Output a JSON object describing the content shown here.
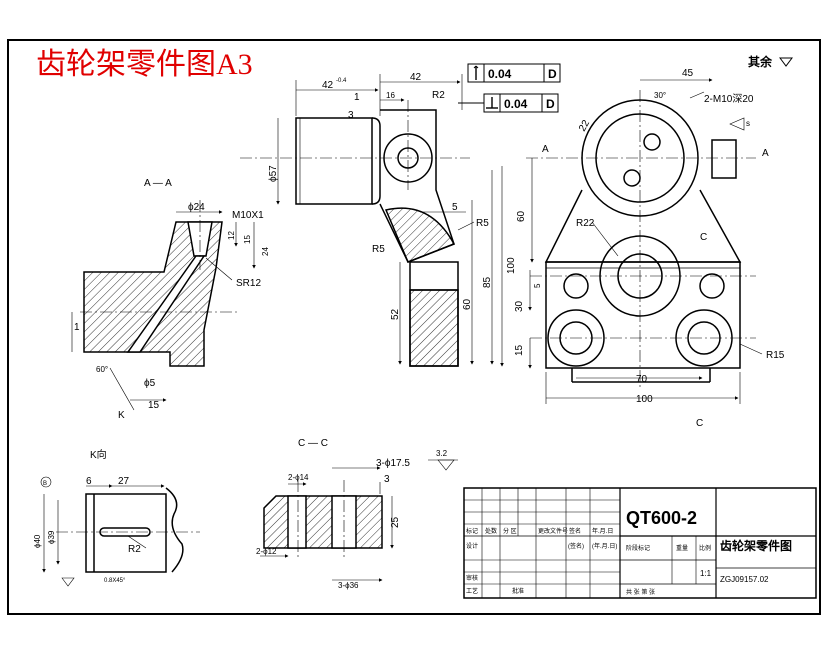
{
  "colors": {
    "title": "#e00000",
    "line": "#000000",
    "hatch": "#000000",
    "background": "#ffffff"
  },
  "title": "齿轮架零件图A3",
  "surface_note": "其余",
  "tolerances": {
    "parallel": {
      "value": "0.04",
      "datum": "D"
    },
    "perpendicular": {
      "value": "0.04",
      "datum": "D"
    }
  },
  "front_view": {
    "dims": {
      "d42_top": "42",
      "d42_tol": "42",
      "tol_sup": "-0.4",
      "d1": "1",
      "d16": "16",
      "r2": "R2",
      "d3": "3",
      "phi57": "ϕ57",
      "d5": "5",
      "r5a": "R5",
      "r5b": "R5",
      "d100": "100",
      "d85": "85",
      "d60": "60",
      "d52": "52"
    }
  },
  "side_view": {
    "dims": {
      "d45": "45",
      "ang30": "30°",
      "m10": "2-M10深20",
      "d22": "22",
      "r22": "R22",
      "d60": "60",
      "d30": "30",
      "d15": "15",
      "d5": "5",
      "d70": "70",
      "d100": "100",
      "r15": "R15",
      "sec_a_l": "A",
      "sec_a_r": "A",
      "c_top": "C",
      "c_bottom": "C",
      "s_note": "s"
    }
  },
  "section_a": {
    "label": "A — A",
    "dims": {
      "phi24": "ϕ24",
      "m10x1": "M10X1",
      "d12": "12",
      "d15": "15",
      "d24": "24",
      "sr12": "SR12",
      "d1": "1",
      "ang": "60°",
      "phi5": "ϕ5",
      "d15b": "15",
      "k": "K"
    }
  },
  "view_k": {
    "label": "K向",
    "dims": {
      "d6": "6",
      "d27": "27",
      "phi40": "ϕ40",
      "phi39": "ϕ39",
      "r2": "R2",
      "chamfer": "0.8X45°",
      "b": "B"
    }
  },
  "section_c": {
    "label": "C — C",
    "dims": {
      "phi14": "2-ϕ14",
      "phi17": "3-ϕ17.5",
      "roughness": "3.2",
      "d3": "3",
      "d25": "25",
      "phi12": "2-ϕ12",
      "phi36": "3-ϕ36"
    }
  },
  "title_block": {
    "material": "QT600-2",
    "part_name": "齿轮架零件图",
    "drawing_no": "ZGJ09157.02",
    "scale": "1:1",
    "labels": {
      "mark": "标记",
      "count": "处数",
      "zone": "分 区",
      "change_no": "更改文件号",
      "sign": "签名",
      "date": "年.月.日",
      "design": "设计",
      "standardize": "(签名)",
      "date2": "(年.月.日)",
      "stage": "阶段标记",
      "weight": "重量",
      "scale_label": "比例",
      "review": "审核",
      "process": "工艺",
      "approve": "批准",
      "sheets": "共 张 第 张"
    }
  }
}
